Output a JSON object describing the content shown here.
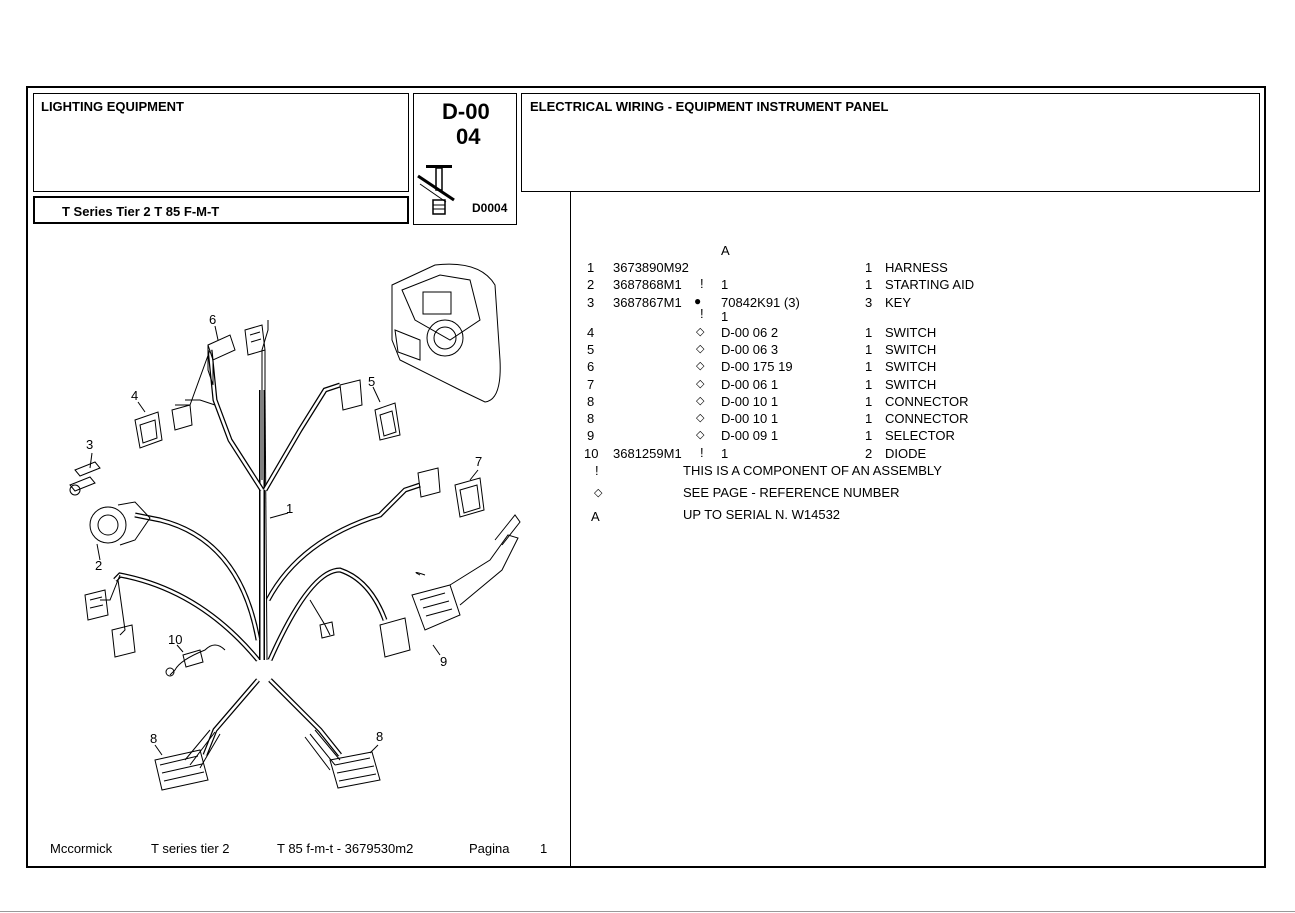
{
  "header": {
    "group_title": "LIGHTING EQUIPMENT",
    "code_line1": "D-00",
    "code_line2": "04",
    "code_image_label": "D0004",
    "section_title": "ELECTRICAL WIRING - EQUIPMENT INSTRUMENT PANEL",
    "model": "T Series Tier 2  T 85 F-M-T"
  },
  "footer": {
    "brand": "Mccormick",
    "series": "T series tier 2",
    "model_ref": "T 85 f-m-t - 3679530m2",
    "page_label": "Pagina",
    "page_number": "1"
  },
  "diagram": {
    "callouts": [
      "1",
      "2",
      "3",
      "4",
      "5",
      "6",
      "7",
      "8",
      "8",
      "9",
      "10"
    ]
  },
  "parts": {
    "column_letter": "A",
    "rows": [
      {
        "ref": "1",
        "part_no": "3673890M92",
        "mark": "",
        "note": "",
        "qty": "1",
        "desc": "HARNESS"
      },
      {
        "ref": "2",
        "part_no": "3687868M1",
        "mark": "!",
        "note": "1",
        "qty": "1",
        "desc": "STARTING AID"
      },
      {
        "ref": "3",
        "part_no": "3687867M1",
        "mark": "●",
        "note": "70842K91  (3)",
        "qty": "3",
        "desc": "KEY",
        "sub_mark": "!",
        "sub_note": "1"
      },
      {
        "ref": "4",
        "part_no": "",
        "mark": "◇",
        "note": "D-00 06 2",
        "qty": "1",
        "desc": "SWITCH"
      },
      {
        "ref": "5",
        "part_no": "",
        "mark": "◇",
        "note": "D-00 06 3",
        "qty": "1",
        "desc": "SWITCH"
      },
      {
        "ref": "6",
        "part_no": "",
        "mark": "◇",
        "note": "D-00 175  19",
        "qty": "1",
        "desc": "SWITCH"
      },
      {
        "ref": "7",
        "part_no": "",
        "mark": "◇",
        "note": "D-00 06 1",
        "qty": "1",
        "desc": "SWITCH"
      },
      {
        "ref": "8",
        "part_no": "",
        "mark": "◇",
        "note": "D-00 10 1",
        "qty": "1",
        "desc": "CONNECTOR"
      },
      {
        "ref": "8",
        "part_no": "",
        "mark": "◇",
        "note": "D-00 10 1",
        "qty": "1",
        "desc": "CONNECTOR"
      },
      {
        "ref": "9",
        "part_no": "",
        "mark": "◇",
        "note": "D-00 09 1",
        "qty": "1",
        "desc": "SELECTOR"
      },
      {
        "ref": "10",
        "part_no": "3681259M1",
        "mark": "!",
        "note": "1",
        "qty": "2",
        "desc": "DIODE"
      }
    ],
    "legend": [
      {
        "symbol": "!",
        "text": "THIS IS A COMPONENT OF AN ASSEMBLY"
      },
      {
        "symbol": "◇",
        "text": "SEE PAGE - REFERENCE NUMBER"
      },
      {
        "symbol": "A",
        "text": "UP TO SERIAL N. W14532"
      }
    ]
  }
}
